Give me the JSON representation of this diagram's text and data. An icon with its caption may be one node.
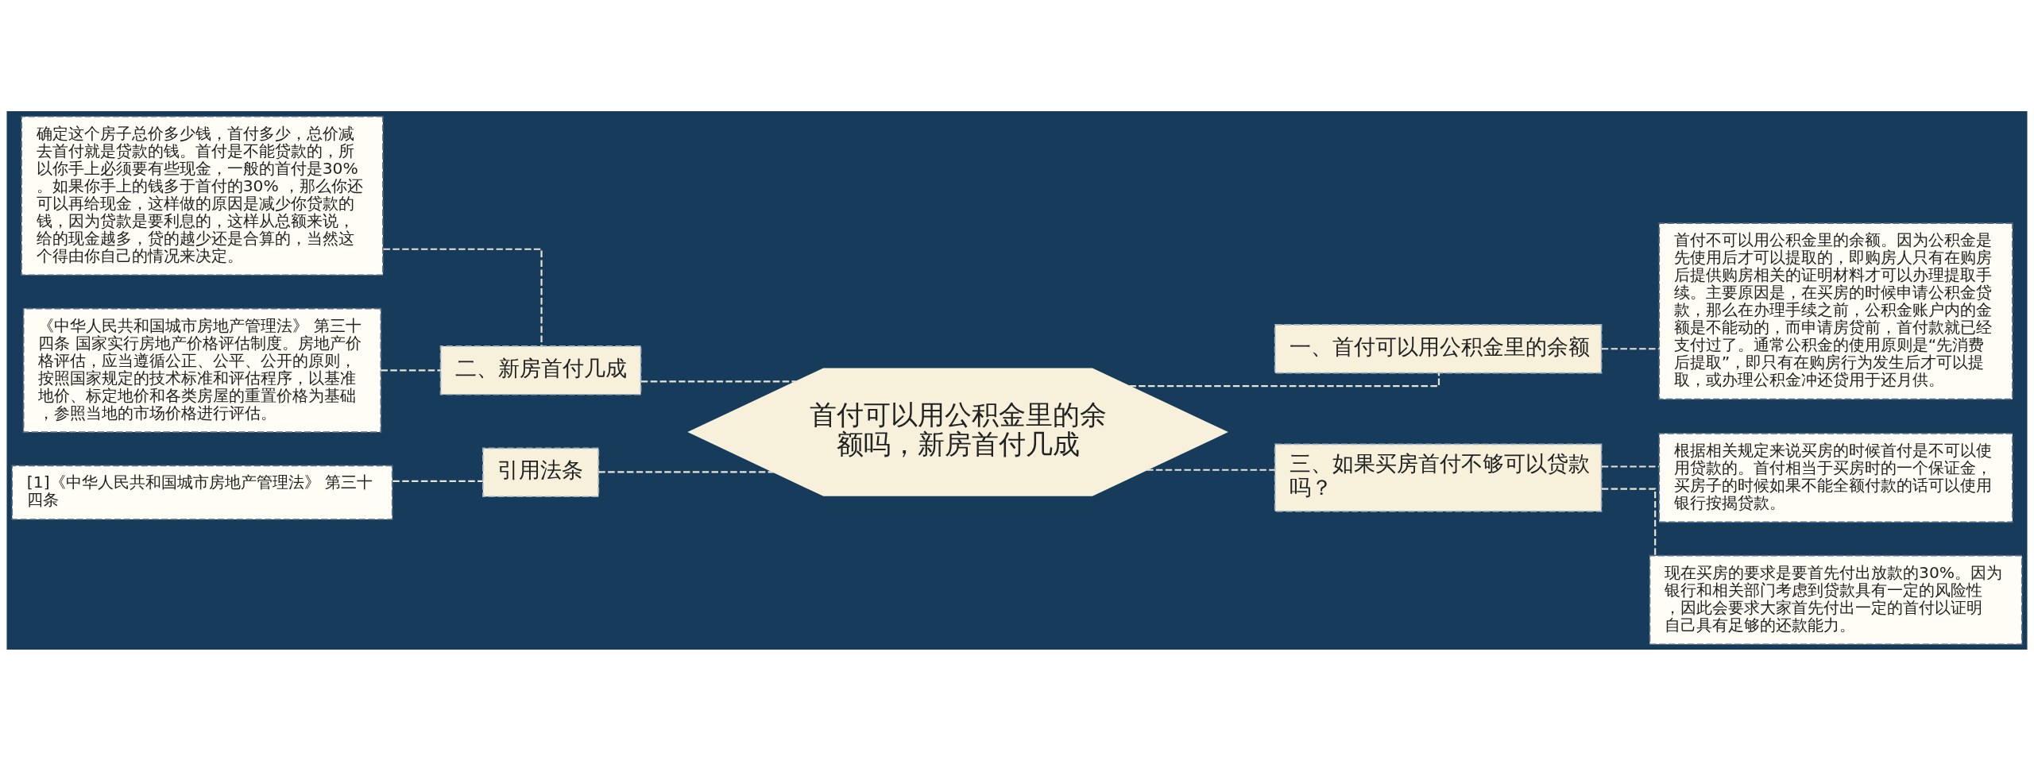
{
  "diagram": {
    "nodes": [
      {
        "text": [
          "首付可以用公积金里的余额吗，新房首付几成"
        ]
      },
      {
        "text": [
          "二、新房首付几成"
        ]
      },
      {
        "text": [
          "确定这个房子总价多少钱，首付多少，总价减去首付就是贷款的钱。首付是不能贷款的，所以你手上必须要有些现金，一般的首付是30% 。如果你手上的钱多于首付的30% ，那么你还可以再给现金，这样做的原因是减少你贷款的钱，因为贷款是要利息的，这样从总额来说，给的现金越多，贷的越少还是合算的，当然这个得由你自己的情况来决定。"
        ]
      },
      {
        "text": [
          "《中华人民共和国城市房地产管理法》 第三十四条 国家实行房地产价格评估制度。房地产价格评估，应当遵循公正、公平、公开的原则，按照国家规定的技术标准和评估程序，以基准地价、标定地价和各类房屋的重置价格为基础，参照当地的市场价格进行评估。"
        ]
      },
      {
        "text": [
          "引用法条"
        ]
      },
      {
        "text": [
          "[1]《中华人民共和国城市房地产管理法》 第三十四条"
        ]
      },
      {
        "text": [
          "一、首付可以用公积金里的余额"
        ]
      },
      {
        "text": [
          "首付不可以用公积金里的余额。因为公积金是先使用后才可以提取的，即购房人只有在购房后提供购房相关的证明材料才可以办理提取手续。主要原因是，在买房的时候申请公积金贷款，那么在办理手续之前，公积金账户内的金额是不能动的，而申请房贷前，首付款就已经支付过了。通常公积金的使用原则是“先消费后提取”，即只有在购房行为发生后才可以提取，或办理公积金冲还贷用于还月供。"
        ]
      },
      {
        "text": [
          "三、如果买房首付不够可以贷款吗？"
        ]
      },
      {
        "text": [
          "根据相关规定来说买房的时候首付是不可以使用贷款的。首付相当于买房时的一个保证金，买房子的时候如果不能全额付款的话可以使用银行按揭贷款。"
        ]
      },
      {
        "text": [
          "现在买房的要求是要首先付出放款的30%。因为银行和相关部门考虑到贷款具有一定的风险性，因此会要求大家首先付出一定的首付以证明自己具有足够的还款能力。"
        ]
      }
    ],
    "edges": [
      {
        "from": 0,
        "to": 1,
        "arrow": "none",
        "style": "dashed"
      },
      {
        "from": 1,
        "to": 2,
        "arrow": "none",
        "style": "dashed"
      },
      {
        "from": 1,
        "to": 3,
        "arrow": "none",
        "style": "dashed"
      },
      {
        "from": 0,
        "to": 4,
        "arrow": "none",
        "style": "dashed"
      },
      {
        "from": 4,
        "to": 5,
        "arrow": "none",
        "style": "dashed"
      },
      {
        "from": 0,
        "to": 6,
        "arrow": "none",
        "style": "dashed"
      },
      {
        "from": 6,
        "to": 7,
        "arrow": "none",
        "style": "dashed"
      },
      {
        "from": 0,
        "to": 8,
        "arrow": "none",
        "style": "dashed"
      },
      {
        "from": 8,
        "to": 9,
        "arrow": "none",
        "style": "dashed"
      },
      {
        "from": 8,
        "to": 10,
        "arrow": "none",
        "style": "dashed"
      }
    ]
  }
}
